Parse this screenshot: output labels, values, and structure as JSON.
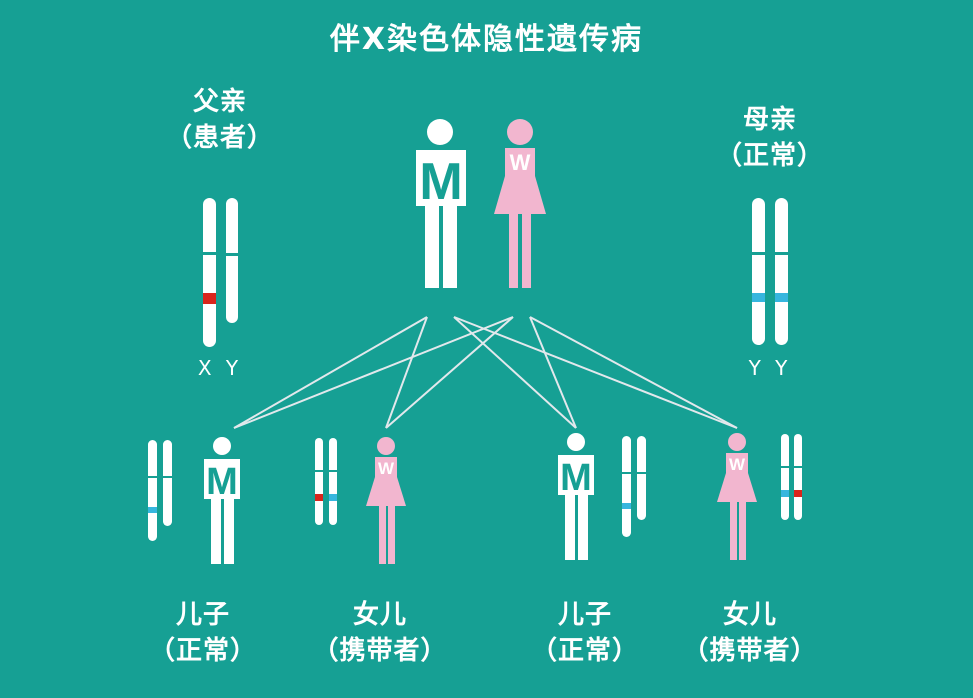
{
  "title": "伴X染色体隐性遗传病",
  "father": {
    "line1": "父亲",
    "line2": "（患者）",
    "chromosomes": "X Y"
  },
  "mother": {
    "line1": "母亲",
    "line2": "（正常）",
    "chromosomes": "Y Y"
  },
  "children": [
    {
      "line1": "儿子",
      "line2": "（正常）"
    },
    {
      "line1": "女儿",
      "line2": "（携带者）"
    },
    {
      "line1": "儿子",
      "line2": "（正常）"
    },
    {
      "line1": "女儿",
      "line2": "（携带者）"
    }
  ],
  "symbols": {
    "male_letter": "M",
    "female_letter": "W"
  },
  "colors": {
    "background": "#16a094",
    "male": "#ffffff",
    "female": "#f2b6cf",
    "affected_gene": "#d9251c",
    "normal_gene": "#36b6de",
    "lines": "#e2e8ec"
  }
}
